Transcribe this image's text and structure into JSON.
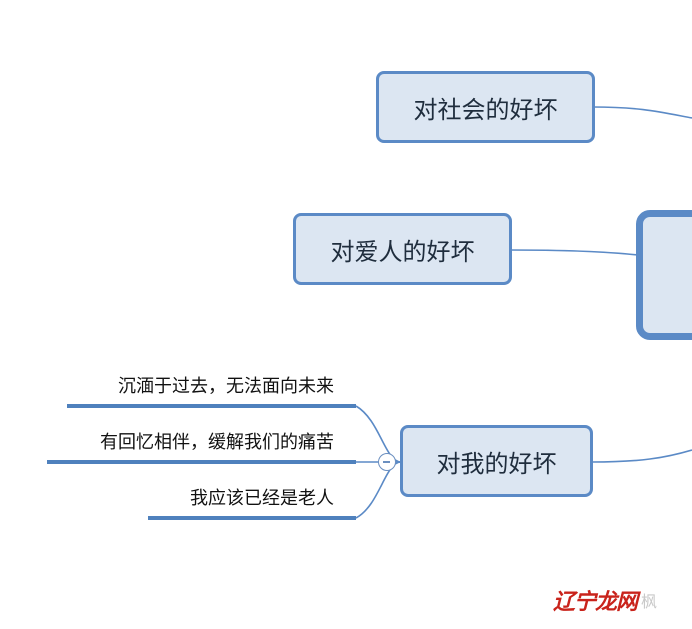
{
  "mindmap": {
    "central": {
      "label": ""
    },
    "branches": [
      {
        "label": "对社会的好坏"
      },
      {
        "label": "对爱人的好坏"
      },
      {
        "label": "对我的好坏",
        "children": [
          {
            "label": "沉湎于过去，无法面向未来"
          },
          {
            "label": "有回忆相伴，缓解我们的痛苦"
          },
          {
            "label": "我应该已经是老人"
          }
        ]
      }
    ]
  },
  "colors": {
    "node_fill": "#dce6f2",
    "node_border": "#5b8ac6",
    "connector": "#5b8ac6",
    "leaf_underline": "#4f81bd",
    "node_text": "#1f2d3d"
  },
  "watermark": {
    "logo": "辽宁龙网",
    "tail": "枫"
  }
}
